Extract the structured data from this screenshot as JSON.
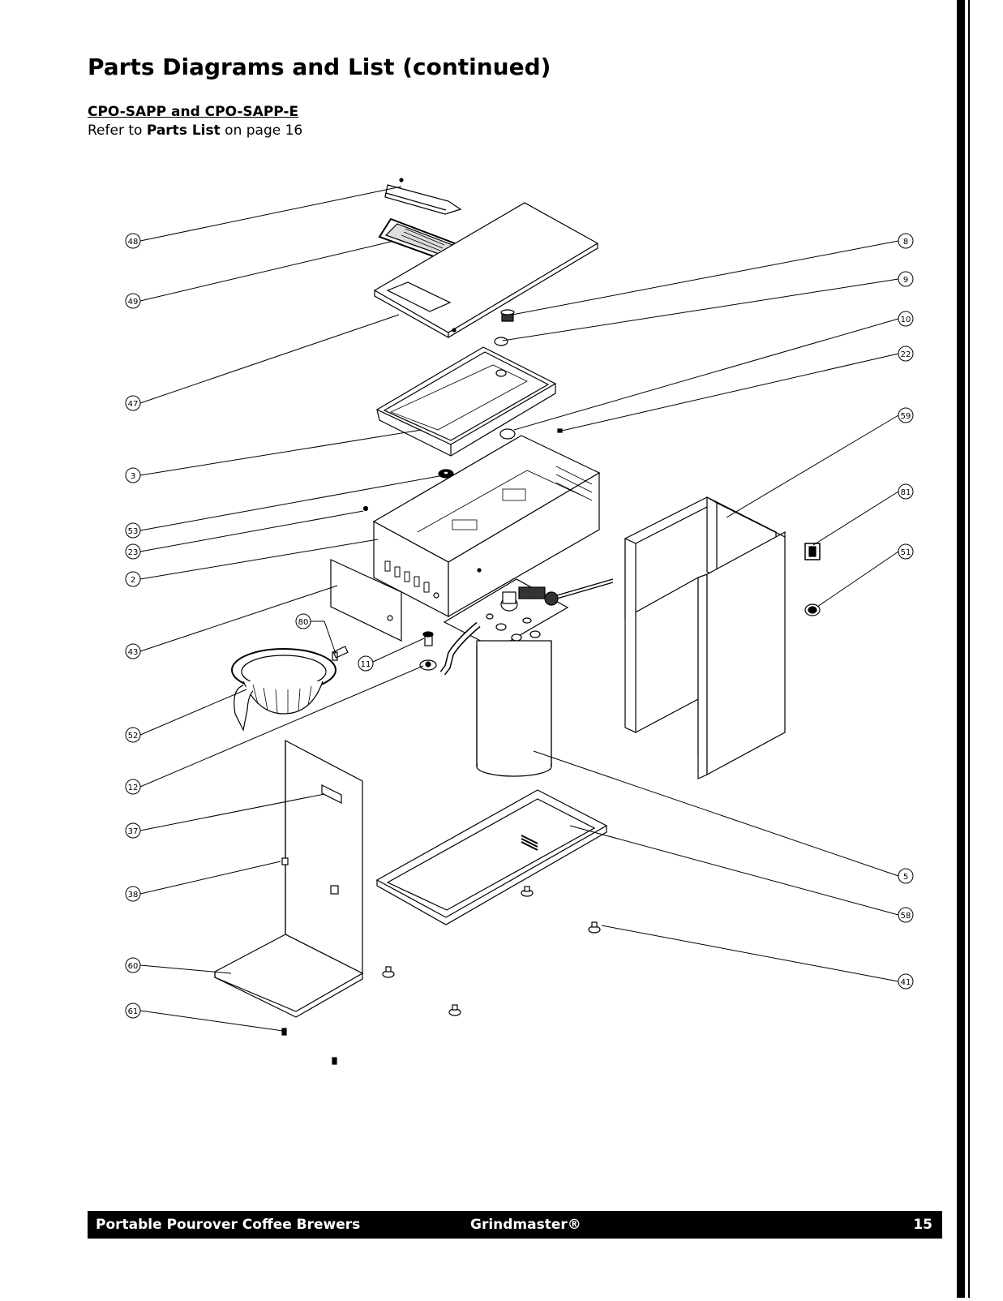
{
  "heading": "Parts Diagrams and List (continued)",
  "model": "CPO-SAPP and CPO-SAPP-E",
  "refer": {
    "prefix": "Refer to ",
    "bold": "Parts List",
    "suffix": " on page 16"
  },
  "callouts": {
    "c48": "48",
    "c49": "49",
    "c47": "47",
    "c3": "3",
    "c53": "53",
    "c23": "23",
    "c2": "2",
    "c43": "43",
    "c80": "80",
    "c11": "11",
    "c52": "52",
    "c12": "12",
    "c37": "37",
    "c38": "38",
    "c60": "60",
    "c61": "61",
    "c8": "8",
    "c9": "9",
    "c10": "10",
    "c22": "22",
    "c59": "59",
    "c81": "81",
    "c51": "51",
    "c5": "5",
    "c58": "58",
    "c41": "41"
  },
  "footer": {
    "left": "Portable Pourover Coffee Brewers",
    "center": "Grindmaster®",
    "page": "15"
  }
}
